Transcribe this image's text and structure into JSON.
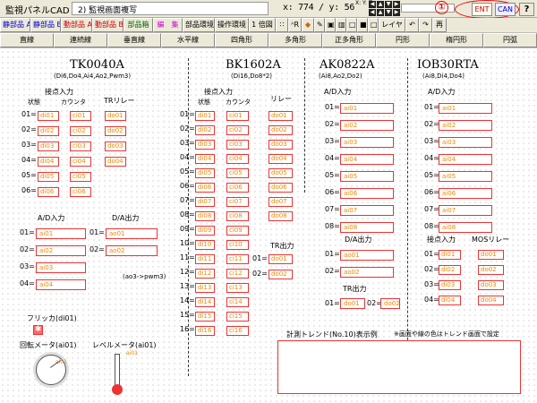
{
  "window": {
    "title": "監視パネルCAD",
    "subtitle": "2) 監視画面複写",
    "coord": "x: 774 / y:  56",
    "xy_label": "X: Y: Z:",
    "marker": "①",
    "ent": "ENT",
    "can": "CAN",
    "help": "?"
  },
  "toolbar1": [
    "静部品 A",
    "静部品 B",
    "動部品 A",
    "動部品 B",
    "部品箱",
    "編　集",
    "部品環境",
    "操作環境",
    "1 倍図",
    "∷",
    "ᴬR",
    "◆",
    "✎",
    "▣",
    "▥",
    "□",
    "■",
    "□",
    "レイヤ",
    "↶",
    "↷",
    "再"
  ],
  "toolbar2": [
    "直線",
    "連続線",
    "垂直線",
    "水平線",
    "四角形",
    "多角形",
    "正多角形",
    "円形",
    "楕円形",
    "円弧"
  ],
  "panels": {
    "tk": {
      "title": "TK0040A",
      "sub": "(Di6,Do4,Ai4,Ao2,Pwm3)",
      "section1": "接点入力",
      "col1": "状態",
      "col2": "カウンタ",
      "col3": "TRリレー",
      "ad": "A/D入力",
      "da": "D/A出力",
      "note": "(ao3->pwm3)",
      "flicker": "フリッカ(di01)",
      "rotate": "回転メータ(ai01)",
      "level": "レベルメータ(ai01)",
      "rows": [
        "01=",
        "02=",
        "03=",
        "04=",
        "05=",
        "06="
      ],
      "ad_rows": [
        "01=",
        "02=",
        "03=",
        "04="
      ],
      "da_rows": [
        "01=",
        "02="
      ],
      "di": [
        "di01",
        "di02",
        "di03",
        "di04",
        "di05",
        "di06"
      ],
      "ci": [
        "ci01",
        "ci02",
        "ci03",
        "ci04",
        "ci05",
        "ci06"
      ],
      "do": [
        "do01",
        "do02",
        "do03",
        "do04"
      ],
      "ai": [
        "ai01",
        "ai02",
        "ai03",
        "ai04"
      ],
      "ao": [
        "ao01",
        "ao02"
      ],
      "needle": "ai01"
    },
    "bk": {
      "title": "BK1602A",
      "sub": "(Di16,Do8*2)",
      "section": "接点入力",
      "col1": "状態",
      "col2": "カウンタ",
      "col3": "リレー",
      "tr": "TR出力",
      "rows": [
        "01=",
        "02=",
        "03=",
        "04=",
        "05=",
        "06=",
        "07=",
        "08=",
        "09=",
        "10=",
        "11=",
        "12=",
        "13=",
        "14=",
        "15=",
        "16="
      ],
      "tr_rows": [
        "01=",
        "02="
      ],
      "di": [
        "di01",
        "di02",
        "di03",
        "di04",
        "di05",
        "di06",
        "di07",
        "di08",
        "di09",
        "di10",
        "di11",
        "di12",
        "di13",
        "di14",
        "di15",
        "di16"
      ],
      "ci": [
        "ci01",
        "ci02",
        "ci03",
        "ci04",
        "ci05",
        "ci06",
        "ci07",
        "ci08",
        "ci09",
        "ci10",
        "ci11",
        "ci12",
        "ci13",
        "ci14",
        "ci15",
        "ci16"
      ],
      "do": [
        "do01",
        "do02",
        "do03",
        "do04",
        "do05",
        "do06",
        "do07",
        "do08"
      ],
      "tr_do": [
        "do01",
        "do02"
      ]
    },
    "ak": {
      "title": "AK0822A",
      "sub": "(Ai8,Ao2,Do2)",
      "ad": "A/D入力",
      "da": "D/A出力",
      "tr": "TR出力",
      "rows": [
        "01=",
        "02=",
        "03=",
        "04=",
        "05=",
        "06=",
        "07=",
        "08="
      ],
      "da_rows": [
        "01=",
        "02="
      ],
      "tr_rows": [
        "01=",
        "02="
      ],
      "ai": [
        "ai01",
        "ai02",
        "ai03",
        "ai04",
        "ai05",
        "ai06",
        "ai07",
        "ai08"
      ],
      "ao": [
        "ao01",
        "ao02"
      ],
      "do": [
        "do01",
        "do02"
      ]
    },
    "io": {
      "title": "IOB30RTA",
      "sub": "(Ai8,Di4,Do4)",
      "ad": "A/D入力",
      "di_title": "接点入力",
      "mos": "MOSリレー",
      "rows": [
        "01=",
        "02=",
        "03=",
        "04=",
        "05=",
        "06=",
        "07=",
        "08="
      ],
      "di_rows": [
        "01=",
        "02=",
        "03=",
        "04="
      ],
      "ai": [
        "ai01",
        "ai02",
        "ai03",
        "ai04",
        "ai05",
        "ai06",
        "ai07",
        "ai08"
      ],
      "di": [
        "di01",
        "di02",
        "di03",
        "di04"
      ],
      "do": [
        "do01",
        "do02",
        "do03",
        "do04"
      ]
    }
  },
  "trend": {
    "title": "計測トレンド(No.10)表示例",
    "note": "※画面や線の色はトレンド画面で設定"
  }
}
